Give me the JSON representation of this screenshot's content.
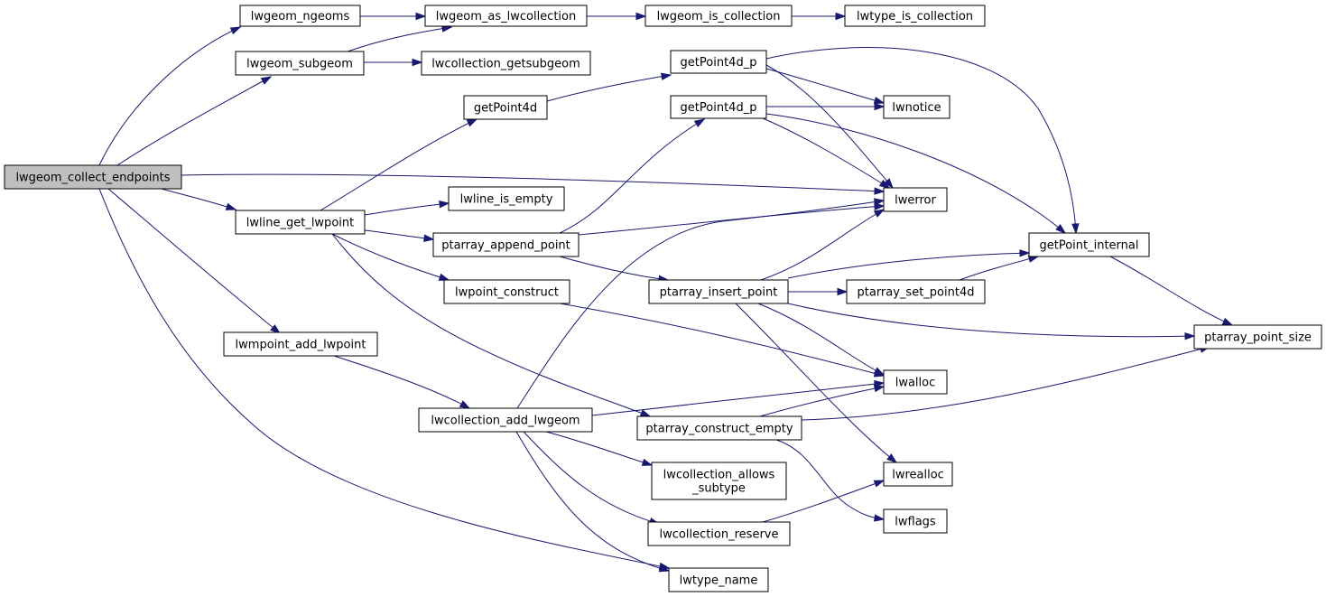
{
  "graph": {
    "type": "call-graph",
    "root": "lwgeom_collect_endpoints",
    "colors": {
      "edge": "#191970",
      "root_fill": "#bfbfbf",
      "node_fill": "#ffffff",
      "node_border": "#000000"
    },
    "nodes": [
      {
        "id": "collect",
        "label": [
          "lwgeom_collect_endpoints"
        ]
      },
      {
        "id": "ngeoms",
        "label": [
          "lwgeom_ngeoms"
        ]
      },
      {
        "id": "as_coll",
        "label": [
          "lwgeom_as_lwcollection"
        ]
      },
      {
        "id": "is_coll",
        "label": [
          "lwgeom_is_collection"
        ]
      },
      {
        "id": "type_is_coll",
        "label": [
          "lwtype_is_collection"
        ]
      },
      {
        "id": "subgeom",
        "label": [
          "lwgeom_subgeom"
        ]
      },
      {
        "id": "getsubgeom",
        "label": [
          "lwcollection_getsubgeom"
        ]
      },
      {
        "id": "getpoint4d",
        "label": [
          "getPoint4d"
        ]
      },
      {
        "id": "gp4d_p_1",
        "label": [
          "getPoint4d_p"
        ]
      },
      {
        "id": "gp4d_p_2",
        "label": [
          "getPoint4d_p"
        ]
      },
      {
        "id": "lwnotice",
        "label": [
          "lwnotice"
        ]
      },
      {
        "id": "lwerror",
        "label": [
          "lwerror"
        ]
      },
      {
        "id": "get_lwpoint",
        "label": [
          "lwline_get_lwpoint"
        ]
      },
      {
        "id": "is_empty",
        "label": [
          "lwline_is_empty"
        ]
      },
      {
        "id": "append_point",
        "label": [
          "ptarray_append_point"
        ]
      },
      {
        "id": "gp_internal",
        "label": [
          "getPoint_internal"
        ]
      },
      {
        "id": "pt_construct",
        "label": [
          "lwpoint_construct"
        ]
      },
      {
        "id": "insert_point",
        "label": [
          "ptarray_insert_point"
        ]
      },
      {
        "id": "set_point4d",
        "label": [
          "ptarray_set_point4d"
        ]
      },
      {
        "id": "point_size",
        "label": [
          "ptarray_point_size"
        ]
      },
      {
        "id": "mpoint_add",
        "label": [
          "lwmpoint_add_lwpoint"
        ]
      },
      {
        "id": "lwalloc",
        "label": [
          "lwalloc"
        ]
      },
      {
        "id": "coll_add",
        "label": [
          "lwcollection_add_lwgeom"
        ]
      },
      {
        "id": "construct_empty",
        "label": [
          "ptarray_construct_empty"
        ]
      },
      {
        "id": "allows_sub",
        "label": [
          "lwcollection_allows",
          "_subtype"
        ]
      },
      {
        "id": "lwrealloc",
        "label": [
          "lwrealloc"
        ]
      },
      {
        "id": "lwflags",
        "label": [
          "lwflags"
        ]
      },
      {
        "id": "coll_reserve",
        "label": [
          "lwcollection_reserve"
        ]
      },
      {
        "id": "type_name",
        "label": [
          "lwtype_name"
        ]
      }
    ],
    "edges": [
      [
        "collect",
        "ngeoms"
      ],
      [
        "collect",
        "subgeom"
      ],
      [
        "collect",
        "lwerror"
      ],
      [
        "collect",
        "get_lwpoint"
      ],
      [
        "collect",
        "mpoint_add"
      ],
      [
        "collect",
        "type_name"
      ],
      [
        "ngeoms",
        "as_coll"
      ],
      [
        "subgeom",
        "as_coll"
      ],
      [
        "subgeom",
        "getsubgeom"
      ],
      [
        "as_coll",
        "is_coll"
      ],
      [
        "is_coll",
        "type_is_coll"
      ],
      [
        "getpoint4d",
        "gp4d_p_1"
      ],
      [
        "gp4d_p_1",
        "lwnotice"
      ],
      [
        "gp4d_p_1",
        "lwerror"
      ],
      [
        "gp4d_p_1",
        "gp_internal"
      ],
      [
        "gp4d_p_2",
        "lwnotice"
      ],
      [
        "gp4d_p_2",
        "lwerror"
      ],
      [
        "gp4d_p_2",
        "gp_internal"
      ],
      [
        "get_lwpoint",
        "getpoint4d"
      ],
      [
        "get_lwpoint",
        "is_empty"
      ],
      [
        "get_lwpoint",
        "append_point"
      ],
      [
        "get_lwpoint",
        "pt_construct"
      ],
      [
        "get_lwpoint",
        "construct_empty"
      ],
      [
        "append_point",
        "gp4d_p_2"
      ],
      [
        "append_point",
        "lwerror"
      ],
      [
        "append_point",
        "insert_point"
      ],
      [
        "insert_point",
        "lwerror"
      ],
      [
        "insert_point",
        "gp_internal"
      ],
      [
        "insert_point",
        "set_point4d"
      ],
      [
        "insert_point",
        "point_size"
      ],
      [
        "insert_point",
        "lwalloc"
      ],
      [
        "insert_point",
        "lwrealloc"
      ],
      [
        "set_point4d",
        "gp_internal"
      ],
      [
        "gp_internal",
        "point_size"
      ],
      [
        "pt_construct",
        "lwalloc"
      ],
      [
        "mpoint_add",
        "coll_add"
      ],
      [
        "coll_add",
        "lwerror"
      ],
      [
        "coll_add",
        "lwalloc"
      ],
      [
        "coll_add",
        "allows_sub"
      ],
      [
        "coll_add",
        "coll_reserve"
      ],
      [
        "coll_add",
        "type_name"
      ],
      [
        "construct_empty",
        "lwalloc"
      ],
      [
        "construct_empty",
        "point_size"
      ],
      [
        "construct_empty",
        "lwflags"
      ],
      [
        "coll_reserve",
        "lwrealloc"
      ]
    ]
  }
}
